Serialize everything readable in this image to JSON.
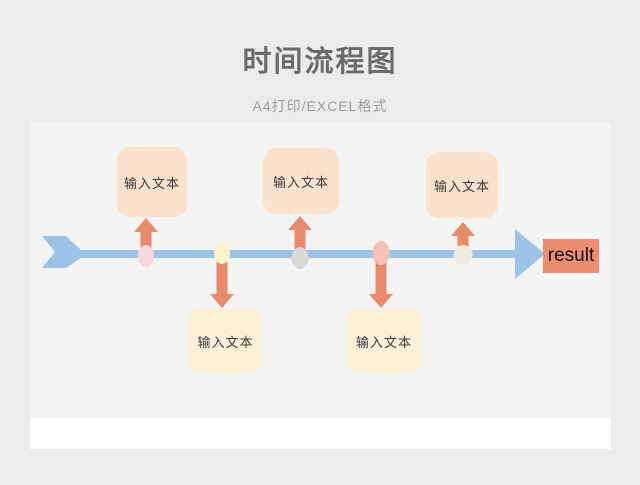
{
  "header": {
    "title": "时间流程图",
    "subtitle": "A4打印/EXCEL格式"
  },
  "diagram": {
    "type": "timeline-flow",
    "colors": {
      "page_background": "#ececec",
      "canvas_background": "#f4f4f4",
      "card_background": "#ffffff",
      "timeline": "#9DC3E6",
      "arrow": "#E98A6B",
      "top_box": "#FBE2CD",
      "bottom_box": "#FCF0D9",
      "result_box": "#EE8D73"
    },
    "nodes": [
      {
        "label": "输入文本",
        "position": "above",
        "dot_color": "#F8D7DE"
      },
      {
        "label": "输入文本",
        "position": "below",
        "dot_color": "#FBF3CC"
      },
      {
        "label": "输入文本",
        "position": "above",
        "dot_color": "#D9D9D6"
      },
      {
        "label": "输入文本",
        "position": "below",
        "dot_color": "#F5C0B3"
      },
      {
        "label": "输入文本",
        "position": "above",
        "dot_color": "#EFECDD"
      }
    ],
    "result_label": "result"
  }
}
